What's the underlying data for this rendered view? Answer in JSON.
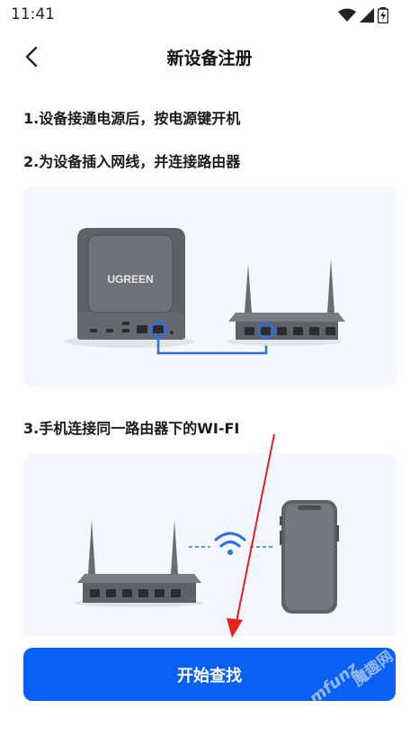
{
  "status_bar": {
    "time": "11:41",
    "icons": [
      "wifi-icon",
      "signal-icon",
      "battery-charging-icon"
    ]
  },
  "header": {
    "back_icon": "chevron-left-icon",
    "title": "新设备注册"
  },
  "steps": [
    {
      "text": "1.设备接通电源后，按电源键开机"
    },
    {
      "text": "2.为设备插入网线，并连接路由器"
    },
    {
      "text": "3.手机连接同一路由器下的WI-FI"
    }
  ],
  "illustrations": {
    "nas_brand": "UGREEN"
  },
  "primary_button": {
    "label": "开始查找"
  },
  "watermark": {
    "text_latin": "mfunz",
    "text_cjk": "魔趣网"
  },
  "colors": {
    "accent": "#0a60f5",
    "card_bg": "#f4f7fd",
    "cable": "#2a6ee8",
    "annotation_arrow": "#e8211c"
  }
}
